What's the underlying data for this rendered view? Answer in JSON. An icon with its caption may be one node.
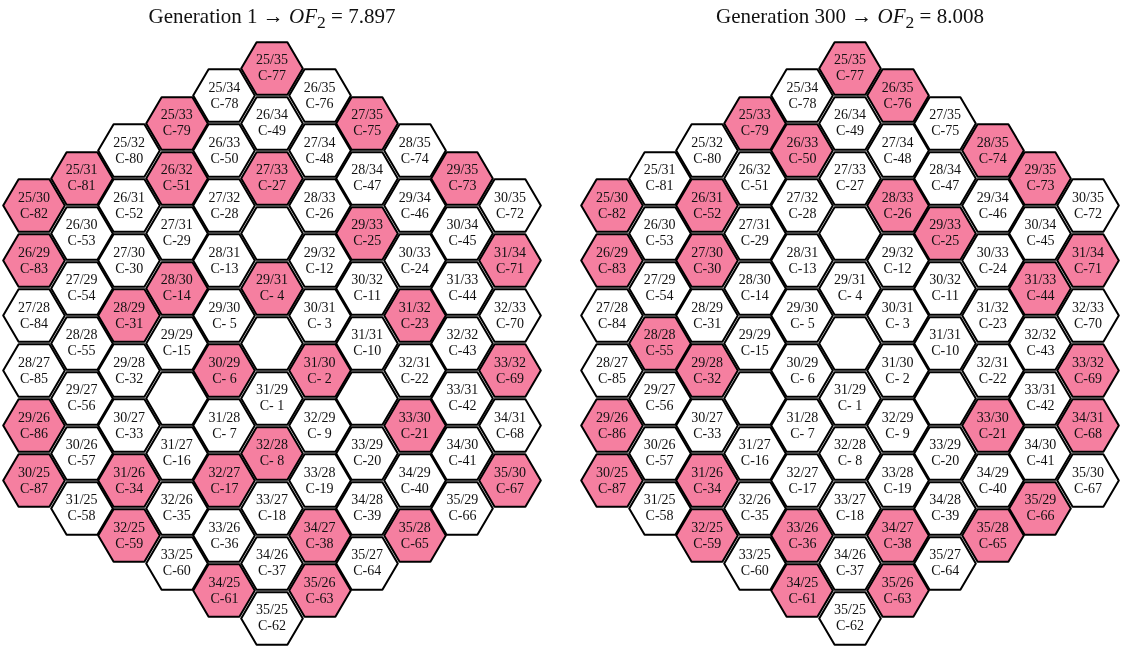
{
  "diagram": {
    "nodes": [
      {
        "text": [
          "25/35",
          "C-77"
        ]
      },
      {
        "text": [
          "25/34",
          "C-78"
        ]
      },
      {
        "text": [
          "26/35",
          "C-76"
        ]
      },
      {
        "text": [
          "25/33",
          "C-79"
        ]
      },
      {
        "text": [
          "26/34",
          "C-49"
        ]
      },
      {
        "text": [
          "27/35",
          "C-75"
        ]
      },
      {
        "text": [
          "25/32",
          "C-80"
        ]
      },
      {
        "text": [
          "26/33",
          "C-50"
        ]
      },
      {
        "text": [
          "27/34",
          "C-48"
        ]
      },
      {
        "text": [
          "28/35",
          "C-74"
        ]
      },
      {
        "text": [
          "25/31",
          "C-81"
        ]
      },
      {
        "text": [
          "26/32",
          "C-51"
        ]
      },
      {
        "text": [
          "27/33",
          "C-27"
        ]
      },
      {
        "text": [
          "28/34",
          "C-47"
        ]
      },
      {
        "text": [
          "29/35",
          "C-73"
        ]
      },
      {
        "text": [
          "25/30",
          "C-82"
        ]
      },
      {
        "text": [
          "26/31",
          "C-52"
        ]
      },
      {
        "text": [
          "27/32",
          "C-28"
        ]
      },
      {
        "text": [
          "28/33",
          "C-26"
        ]
      },
      {
        "text": [
          "29/34",
          "C-46"
        ]
      },
      {
        "text": [
          "30/35",
          "C-72"
        ]
      },
      {
        "text": [
          "26/30",
          "C-53"
        ]
      },
      {
        "text": [
          "27/31",
          "C-29"
        ]
      },
      {
        "text": [],
        "shape": "hexagon"
      },
      {
        "text": [
          "29/33",
          "C-25"
        ]
      },
      {
        "text": [
          "30/34",
          "C-45"
        ]
      },
      {
        "text": [
          "26/29",
          "C-83"
        ]
      },
      {
        "text": [
          "27/30",
          "C-30"
        ]
      },
      {
        "text": [
          "28/31",
          "C-13"
        ]
      },
      {
        "text": [
          "29/32",
          "C-12"
        ]
      },
      {
        "text": [
          "30/33",
          "C-24"
        ]
      },
      {
        "text": [
          "31/34",
          "C-71"
        ]
      },
      {
        "text": [
          "27/29",
          "C-54"
        ]
      },
      {
        "text": [
          "28/30",
          "C-14"
        ]
      },
      {
        "text": [
          "29/31",
          "C- 4"
        ]
      },
      {
        "text": [
          "30/32",
          "C-11"
        ]
      },
      {
        "text": [
          "31/33",
          "C-44"
        ]
      },
      {
        "text": [
          "27/28",
          "C-84"
        ]
      },
      {
        "text": [
          "28/29",
          "C-31"
        ]
      },
      {
        "text": [
          "29/30",
          "C- 5"
        ]
      },
      {
        "text": [
          "30/31",
          "C- 3"
        ]
      },
      {
        "text": [
          "31/32",
          "C-23"
        ]
      },
      {
        "text": [
          "32/33",
          "C-70"
        ]
      },
      {
        "text": [
          "28/28",
          "C-55"
        ]
      },
      {
        "text": [
          "29/29",
          "C-15"
        ]
      },
      {
        "text": [],
        "shape": "hexagon"
      },
      {
        "text": [
          "31/31",
          "C-10"
        ]
      },
      {
        "text": [
          "32/32",
          "C-43"
        ]
      },
      {
        "text": [
          "28/27",
          "C-85"
        ]
      },
      {
        "text": [
          "29/28",
          "C-32"
        ]
      },
      {
        "text": [
          "30/29",
          "C- 6"
        ]
      },
      {
        "text": [
          "31/30",
          "C- 2"
        ]
      },
      {
        "text": [
          "32/31",
          "C-22"
        ]
      },
      {
        "text": [
          "33/32",
          "C-69"
        ]
      },
      {
        "text": [
          "29/27",
          "C-56"
        ]
      },
      {
        "text": [],
        "shape": "hexagon"
      },
      {
        "text": [
          "31/29",
          "C- 1"
        ]
      },
      {
        "text": [],
        "shape": "hexagon"
      },
      {
        "text": [
          "33/31",
          "C-42"
        ]
      },
      {
        "text": [
          "29/26",
          "C-86"
        ]
      },
      {
        "text": [
          "30/27",
          "C-33"
        ]
      },
      {
        "text": [
          "31/28",
          "C- 7"
        ]
      },
      {
        "text": [
          "32/29",
          "C- 9"
        ]
      },
      {
        "text": [
          "33/30",
          "C-21"
        ]
      },
      {
        "text": [
          "34/31",
          "C-68"
        ]
      },
      {
        "text": [
          "30/26",
          "C-57"
        ]
      },
      {
        "text": [
          "31/27",
          "C-16"
        ]
      },
      {
        "text": [
          "32/28",
          "C- 8"
        ]
      },
      {
        "text": [
          "33/29",
          "C-20"
        ]
      },
      {
        "text": [
          "34/30",
          "C-41"
        ]
      },
      {
        "text": [
          "30/25",
          "C-87"
        ]
      },
      {
        "text": [
          "31/26",
          "C-34"
        ]
      },
      {
        "text": [
          "32/27",
          "C-17"
        ]
      },
      {
        "text": [
          "33/28",
          "C-19"
        ]
      },
      {
        "text": [
          "34/29",
          "C-40"
        ]
      },
      {
        "text": [
          "35/30",
          "C-67"
        ]
      },
      {
        "text": [
          "31/25",
          "C-58"
        ]
      },
      {
        "text": [
          "32/26",
          "C-35"
        ]
      },
      {
        "text": [
          "33/27",
          "C-18"
        ]
      },
      {
        "text": [
          "34/28",
          "C-39"
        ]
      },
      {
        "text": [
          "35/29",
          "C-66"
        ]
      },
      {
        "text": [
          "32/25",
          "C-59"
        ]
      },
      {
        "text": [
          "33/26",
          "C-36"
        ]
      },
      {
        "text": [
          "34/27",
          "C-38"
        ]
      },
      {
        "text": [
          "35/28",
          "C-65"
        ]
      },
      {
        "text": [
          "33/25",
          "C-60"
        ]
      },
      {
        "text": [
          "34/26",
          "C-37"
        ]
      },
      {
        "text": [
          "35/27",
          "C-64"
        ]
      },
      {
        "text": [
          "34/25",
          "C-61"
        ]
      },
      {
        "text": [
          "35/26",
          "C-63"
        ]
      },
      {
        "text": [
          "35/25",
          "C-62"
        ]
      },
      {
        "text": [
          "25/35",
          "C-77"
        ]
      },
      {
        "text": [
          "25/34",
          "C-78"
        ]
      },
      {
        "text": [
          "26/35",
          "C-76"
        ]
      },
      {
        "text": [
          "25/33",
          "C-79"
        ]
      },
      {
        "text": [
          "26/34",
          "C-49"
        ]
      },
      {
        "text": [
          "27/35",
          "C-75"
        ]
      },
      {
        "text": [
          "25/32",
          "C-80"
        ]
      },
      {
        "text": [
          "26/33",
          "C-50"
        ]
      },
      {
        "text": [
          "27/34",
          "C-48"
        ]
      },
      {
        "text": [
          "28/35",
          "C-74"
        ]
      },
      {
        "text": [
          "25/31",
          "C-81"
        ]
      },
      {
        "text": [
          "26/32",
          "C-51"
        ]
      },
      {
        "text": [
          "27/33",
          "C-27"
        ]
      },
      {
        "text": [
          "28/34",
          "C-47"
        ]
      },
      {
        "text": [
          "29/35",
          "C-73"
        ]
      },
      {
        "text": [
          "25/30",
          "C-82"
        ]
      },
      {
        "text": [
          "26/31",
          "C-52"
        ]
      },
      {
        "text": [
          "27/32",
          "C-28"
        ]
      },
      {
        "text": [
          "28/33",
          "C-26"
        ]
      },
      {
        "text": [
          "29/34",
          "C-46"
        ]
      },
      {
        "text": [
          "30/35",
          "C-72"
        ]
      },
      {
        "text": [
          "26/30",
          "C-53"
        ]
      },
      {
        "text": [
          "27/31",
          "C-29"
        ]
      },
      {
        "text": [],
        "shape": "hexagon"
      },
      {
        "text": [
          "29/33",
          "C-25"
        ]
      },
      {
        "text": [
          "30/34",
          "C-45"
        ]
      },
      {
        "text": [
          "26/29",
          "C-83"
        ]
      },
      {
        "text": [
          "27/30",
          "C-30"
        ]
      },
      {
        "text": [
          "28/31",
          "C-13"
        ]
      },
      {
        "text": [
          "29/32",
          "C-12"
        ]
      },
      {
        "text": [
          "30/33",
          "C-24"
        ]
      },
      {
        "text": [
          "31/34",
          "C-71"
        ]
      },
      {
        "text": [
          "27/29",
          "C-54"
        ]
      },
      {
        "text": [
          "28/30",
          "C-14"
        ]
      },
      {
        "text": [
          "29/31",
          "C- 4"
        ]
      },
      {
        "text": [
          "30/32",
          "C-11"
        ]
      },
      {
        "text": [
          "31/33",
          "C-44"
        ]
      },
      {
        "text": [
          "27/28",
          "C-84"
        ]
      },
      {
        "text": [
          "28/29",
          "C-31"
        ]
      },
      {
        "text": [
          "29/30",
          "C- 5"
        ]
      },
      {
        "text": [
          "30/31",
          "C- 3"
        ]
      },
      {
        "text": [
          "31/32",
          "C-23"
        ]
      },
      {
        "text": [
          "32/33",
          "C-70"
        ]
      },
      {
        "text": [
          "28/28",
          "C-55"
        ]
      },
      {
        "text": [
          "29/29",
          "C-15"
        ]
      },
      {
        "text": [],
        "shape": "hexagon"
      },
      {
        "text": [
          "31/31",
          "C-10"
        ]
      },
      {
        "text": [
          "32/32",
          "C-43"
        ]
      },
      {
        "text": [
          "28/27",
          "C-85"
        ]
      },
      {
        "text": [
          "29/28",
          "C-32"
        ]
      },
      {
        "text": [
          "30/29",
          "C- 6"
        ]
      },
      {
        "text": [
          "31/30",
          "C- 2"
        ]
      },
      {
        "text": [
          "32/31",
          "C-22"
        ]
      },
      {
        "text": [
          "33/32",
          "C-69"
        ]
      },
      {
        "text": [
          "29/27",
          "C-56"
        ]
      },
      {
        "text": [],
        "shape": "hexagon"
      },
      {
        "text": [
          "31/29",
          "C- 1"
        ]
      },
      {
        "text": [],
        "shape": "hexagon"
      },
      {
        "text": [
          "33/31",
          "C-42"
        ]
      },
      {
        "text": [
          "29/26",
          "C-86"
        ]
      },
      {
        "text": [
          "30/27",
          "C-33"
        ]
      },
      {
        "text": [
          "31/28",
          "C- 7"
        ]
      },
      {
        "text": [
          "32/29",
          "C- 9"
        ]
      },
      {
        "text": [
          "33/30",
          "C-21"
        ]
      },
      {
        "text": [
          "34/31",
          "C-68"
        ]
      },
      {
        "text": [
          "30/26",
          "C-57"
        ]
      },
      {
        "text": [
          "31/27",
          "C-16"
        ]
      },
      {
        "text": [
          "32/28",
          "C- 8"
        ]
      },
      {
        "text": [
          "33/29",
          "C-20"
        ]
      },
      {
        "text": [
          "34/30",
          "C-41"
        ]
      },
      {
        "text": [
          "30/25",
          "C-87"
        ]
      },
      {
        "text": [
          "31/26",
          "C-34"
        ]
      },
      {
        "text": [
          "32/27",
          "C-17"
        ]
      },
      {
        "text": [
          "33/28",
          "C-19"
        ]
      },
      {
        "text": [
          "34/29",
          "C-40"
        ]
      },
      {
        "text": [
          "35/30",
          "C-67"
        ]
      },
      {
        "text": [
          "31/25",
          "C-58"
        ]
      },
      {
        "text": [
          "32/26",
          "C-35"
        ]
      },
      {
        "text": [
          "33/27",
          "C-18"
        ]
      },
      {
        "text": [
          "34/28",
          "C-39"
        ]
      },
      {
        "text": [
          "35/29",
          "C-66"
        ]
      },
      {
        "text": [
          "32/25",
          "C-59"
        ]
      },
      {
        "text": [
          "33/26",
          "C-36"
        ]
      },
      {
        "text": [
          "34/27",
          "C-38"
        ]
      },
      {
        "text": [
          "35/28",
          "C-65"
        ]
      },
      {
        "text": [
          "33/25",
          "C-60"
        ]
      },
      {
        "text": [
          "34/26",
          "C-37"
        ]
      },
      {
        "text": [
          "35/27",
          "C-64"
        ]
      },
      {
        "text": [
          "34/25",
          "C-61"
        ]
      },
      {
        "text": [
          "35/26",
          "C-63"
        ]
      },
      {
        "text": [
          "35/25",
          "C-62"
        ]
      }
    ],
    "labels": [
      "Generation 1 → *OF*$_{2}$ = 7.897",
      "Generation 300 → *OF*$_{2}$ = 8.008"
    ]
  }
}
